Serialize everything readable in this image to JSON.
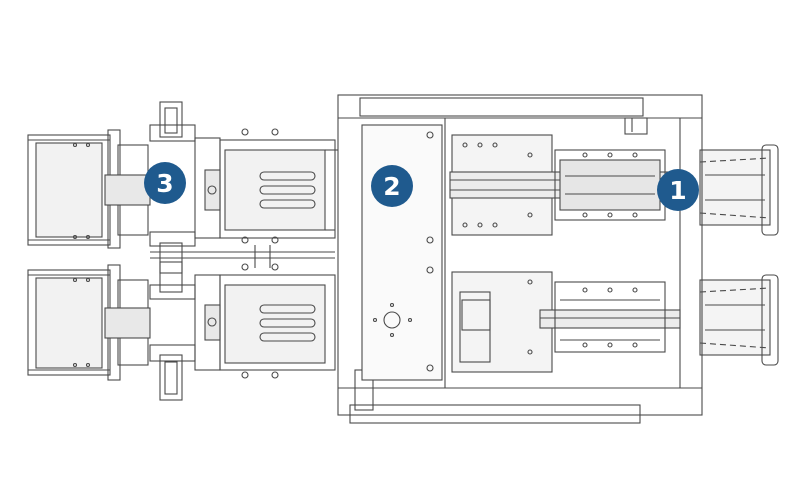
{
  "diagram": {
    "background_color": "#ffffff",
    "line_color": "#4a4a4a",
    "fill_color": "#ebebeb",
    "callout_color": "#1f5a8e",
    "callout_text_color": "#ffffff",
    "callouts": [
      {
        "id": "callout-1",
        "label": "1"
      },
      {
        "id": "callout-2",
        "label": "2"
      },
      {
        "id": "callout-3",
        "label": "3"
      }
    ]
  }
}
